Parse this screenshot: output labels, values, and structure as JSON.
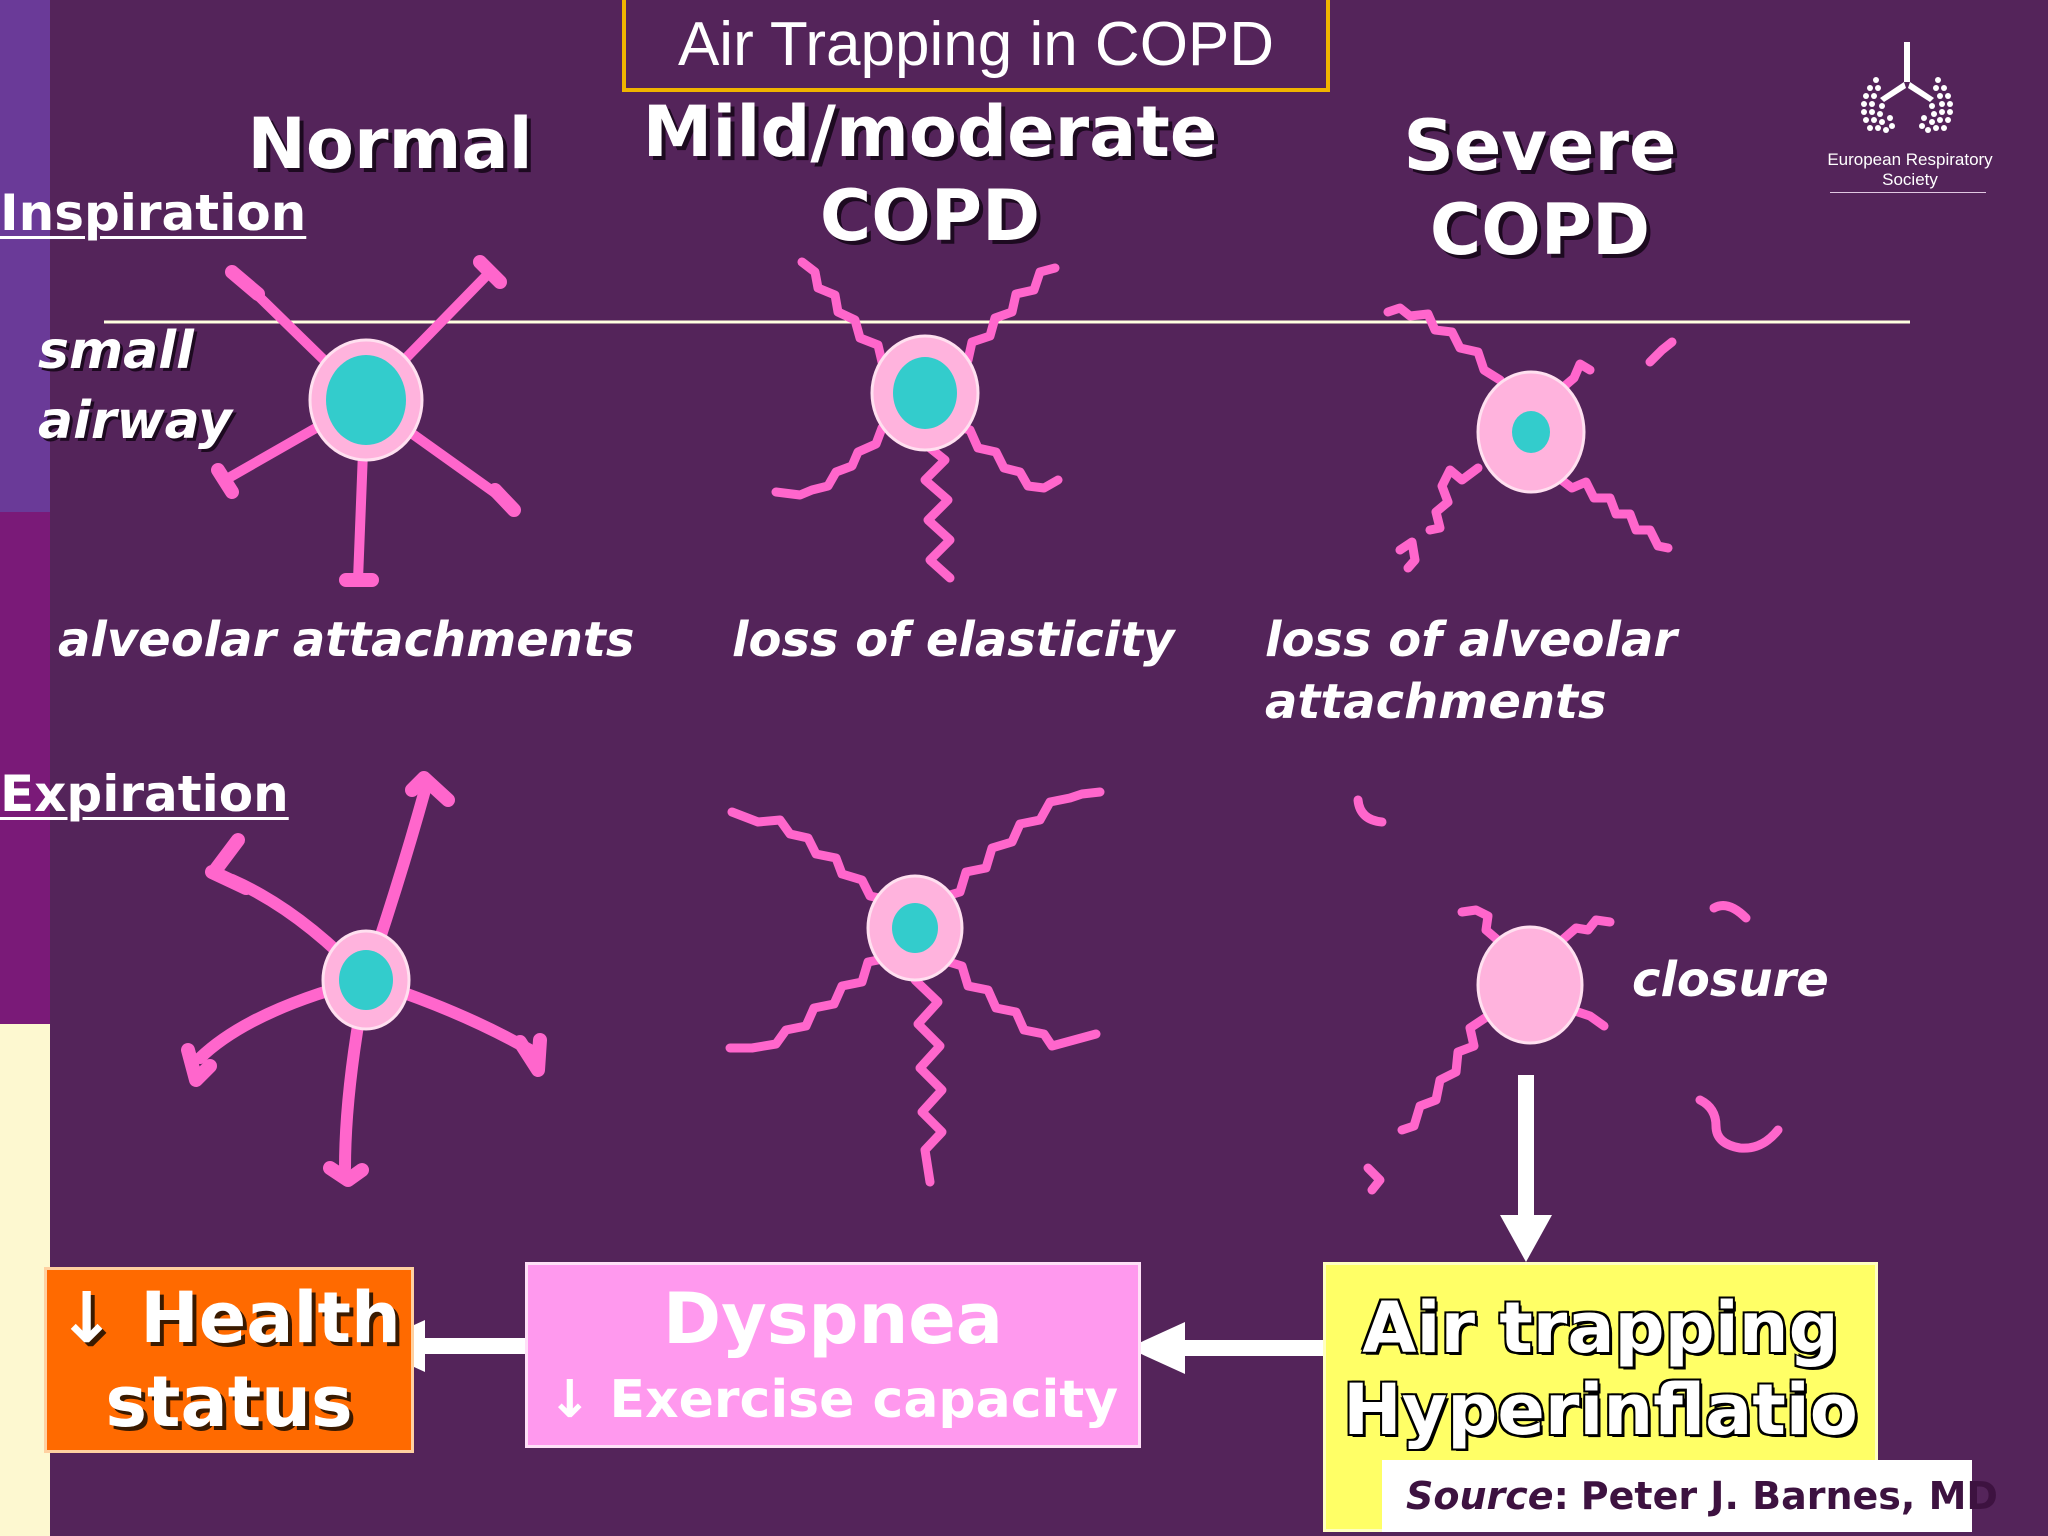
{
  "slide": {
    "title": "Air Trapping in COPD",
    "columns": {
      "normal": "Normal",
      "mild_line1": "Mild/moderate",
      "mild_line2": "COPD",
      "severe_line1": "Severe",
      "severe_line2": "COPD"
    },
    "phase_labels": {
      "inspiration": "Inspiration",
      "expiration": "Expiration"
    },
    "small_airway": {
      "line1": "small",
      "line2": "airway"
    },
    "captions": {
      "normal": "alveolar attachments",
      "mild": "loss of elasticity",
      "severe_line1": "loss of alveolar",
      "severe_line2": "attachments"
    },
    "closure_label": "closure",
    "boxes": {
      "health": {
        "arrow": "↓",
        "line1": "Health",
        "line2": "status"
      },
      "dyspnea": {
        "line1": "Dyspnea",
        "arrow": "↓",
        "line2": "Exercise capacity"
      },
      "air_trapping": {
        "line1": "Air trapping",
        "line2": "Hyperinflatio"
      }
    },
    "source": {
      "label": "Source",
      "sep": ":",
      "author": "Peter J. Barnes, MD"
    },
    "logo": {
      "line1": "European Respiratory",
      "line2": "Society"
    },
    "colors": {
      "background": "#54245a",
      "attachment": "#ff66cc",
      "airway_wall": "#ffb3dd",
      "lumen": "#33cccc",
      "title_border": "#f0b400",
      "health_box": "#ff6a00",
      "dyspnea_box": "#ff99ee",
      "air_box": "#ffff66"
    }
  }
}
